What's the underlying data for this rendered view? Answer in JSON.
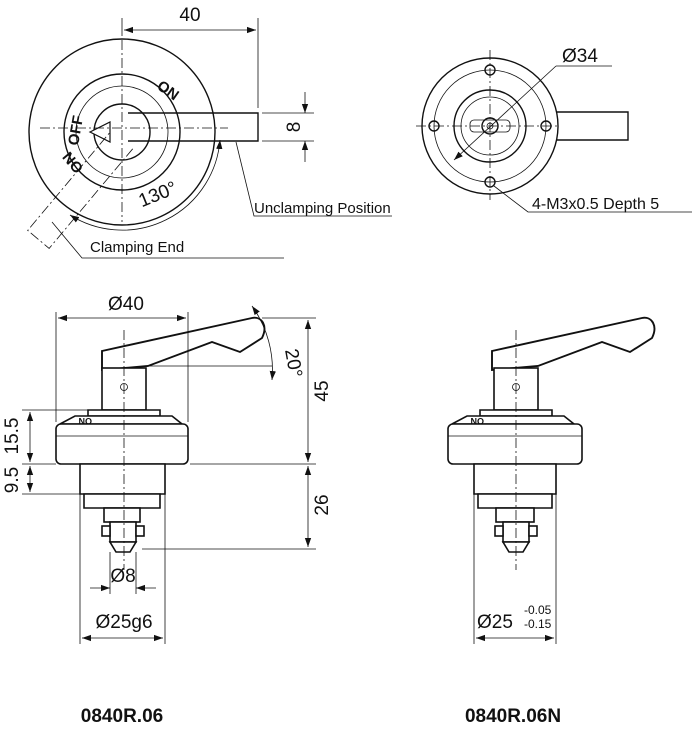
{
  "dimensions": {
    "top_width": "40",
    "lever_thickness": "8",
    "rotation_angle": "130°",
    "flange_diameter_top": "Ø34",
    "body_diameter": "Ø40",
    "lever_tilt": "20°",
    "height_upper": "45",
    "height_lower": "26",
    "flange_height": "15.5",
    "step_height": "9.5",
    "pin_diameter": "Ø8",
    "shank_fit_left": "Ø25g6",
    "shank_base_right": "Ø25",
    "shank_tol_upper": "-0.05",
    "shank_tol_lower": "-0.15"
  },
  "labels": {
    "unclamping": "Unclamping Position",
    "clamping": "Clamping End",
    "thread": "4-M3x0.5 Depth 5",
    "dial_on": "ON",
    "dial_off": "OFF",
    "dial_on_lower": "ON",
    "side_mark": "ON"
  },
  "parts": {
    "left": "0840R.06",
    "right": "0840R.06N"
  }
}
